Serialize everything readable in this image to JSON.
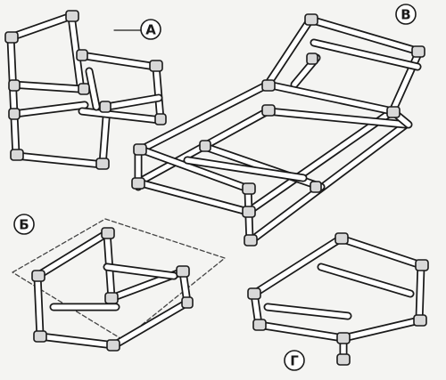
{
  "figure": {
    "labels": {
      "a": "А",
      "b": "Б",
      "v": "В",
      "g": "Г"
    }
  },
  "colors": {
    "pipe_fill": "#ffffff",
    "pipe_outline": "#1a1a1a",
    "joint_fill": "#d8d8d8",
    "background": "#f4f4f2",
    "plane_dash": "#444444"
  }
}
